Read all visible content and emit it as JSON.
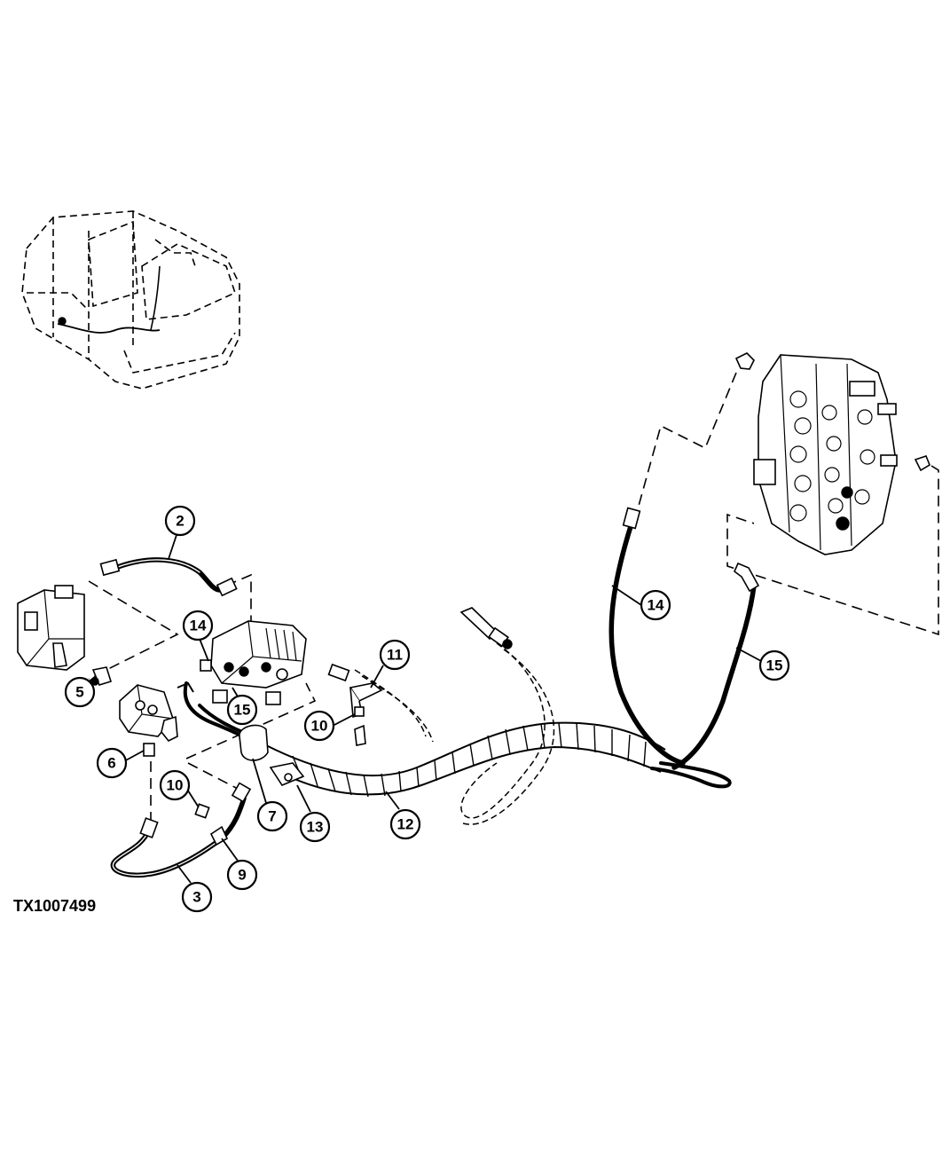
{
  "figure": {
    "id": "TX1007499"
  },
  "callouts": [
    {
      "key": "c2",
      "label": "2"
    },
    {
      "key": "c14a",
      "label": "14"
    },
    {
      "key": "c5",
      "label": "5"
    },
    {
      "key": "c15a",
      "label": "15"
    },
    {
      "key": "c11",
      "label": "11"
    },
    {
      "key": "c10a",
      "label": "10"
    },
    {
      "key": "c6",
      "label": "6"
    },
    {
      "key": "c10b",
      "label": "10"
    },
    {
      "key": "c7",
      "label": "7"
    },
    {
      "key": "c13",
      "label": "13"
    },
    {
      "key": "c12",
      "label": "12"
    },
    {
      "key": "c9",
      "label": "9"
    },
    {
      "key": "c3",
      "label": "3"
    },
    {
      "key": "c14b",
      "label": "14"
    },
    {
      "key": "c15b",
      "label": "15"
    }
  ]
}
